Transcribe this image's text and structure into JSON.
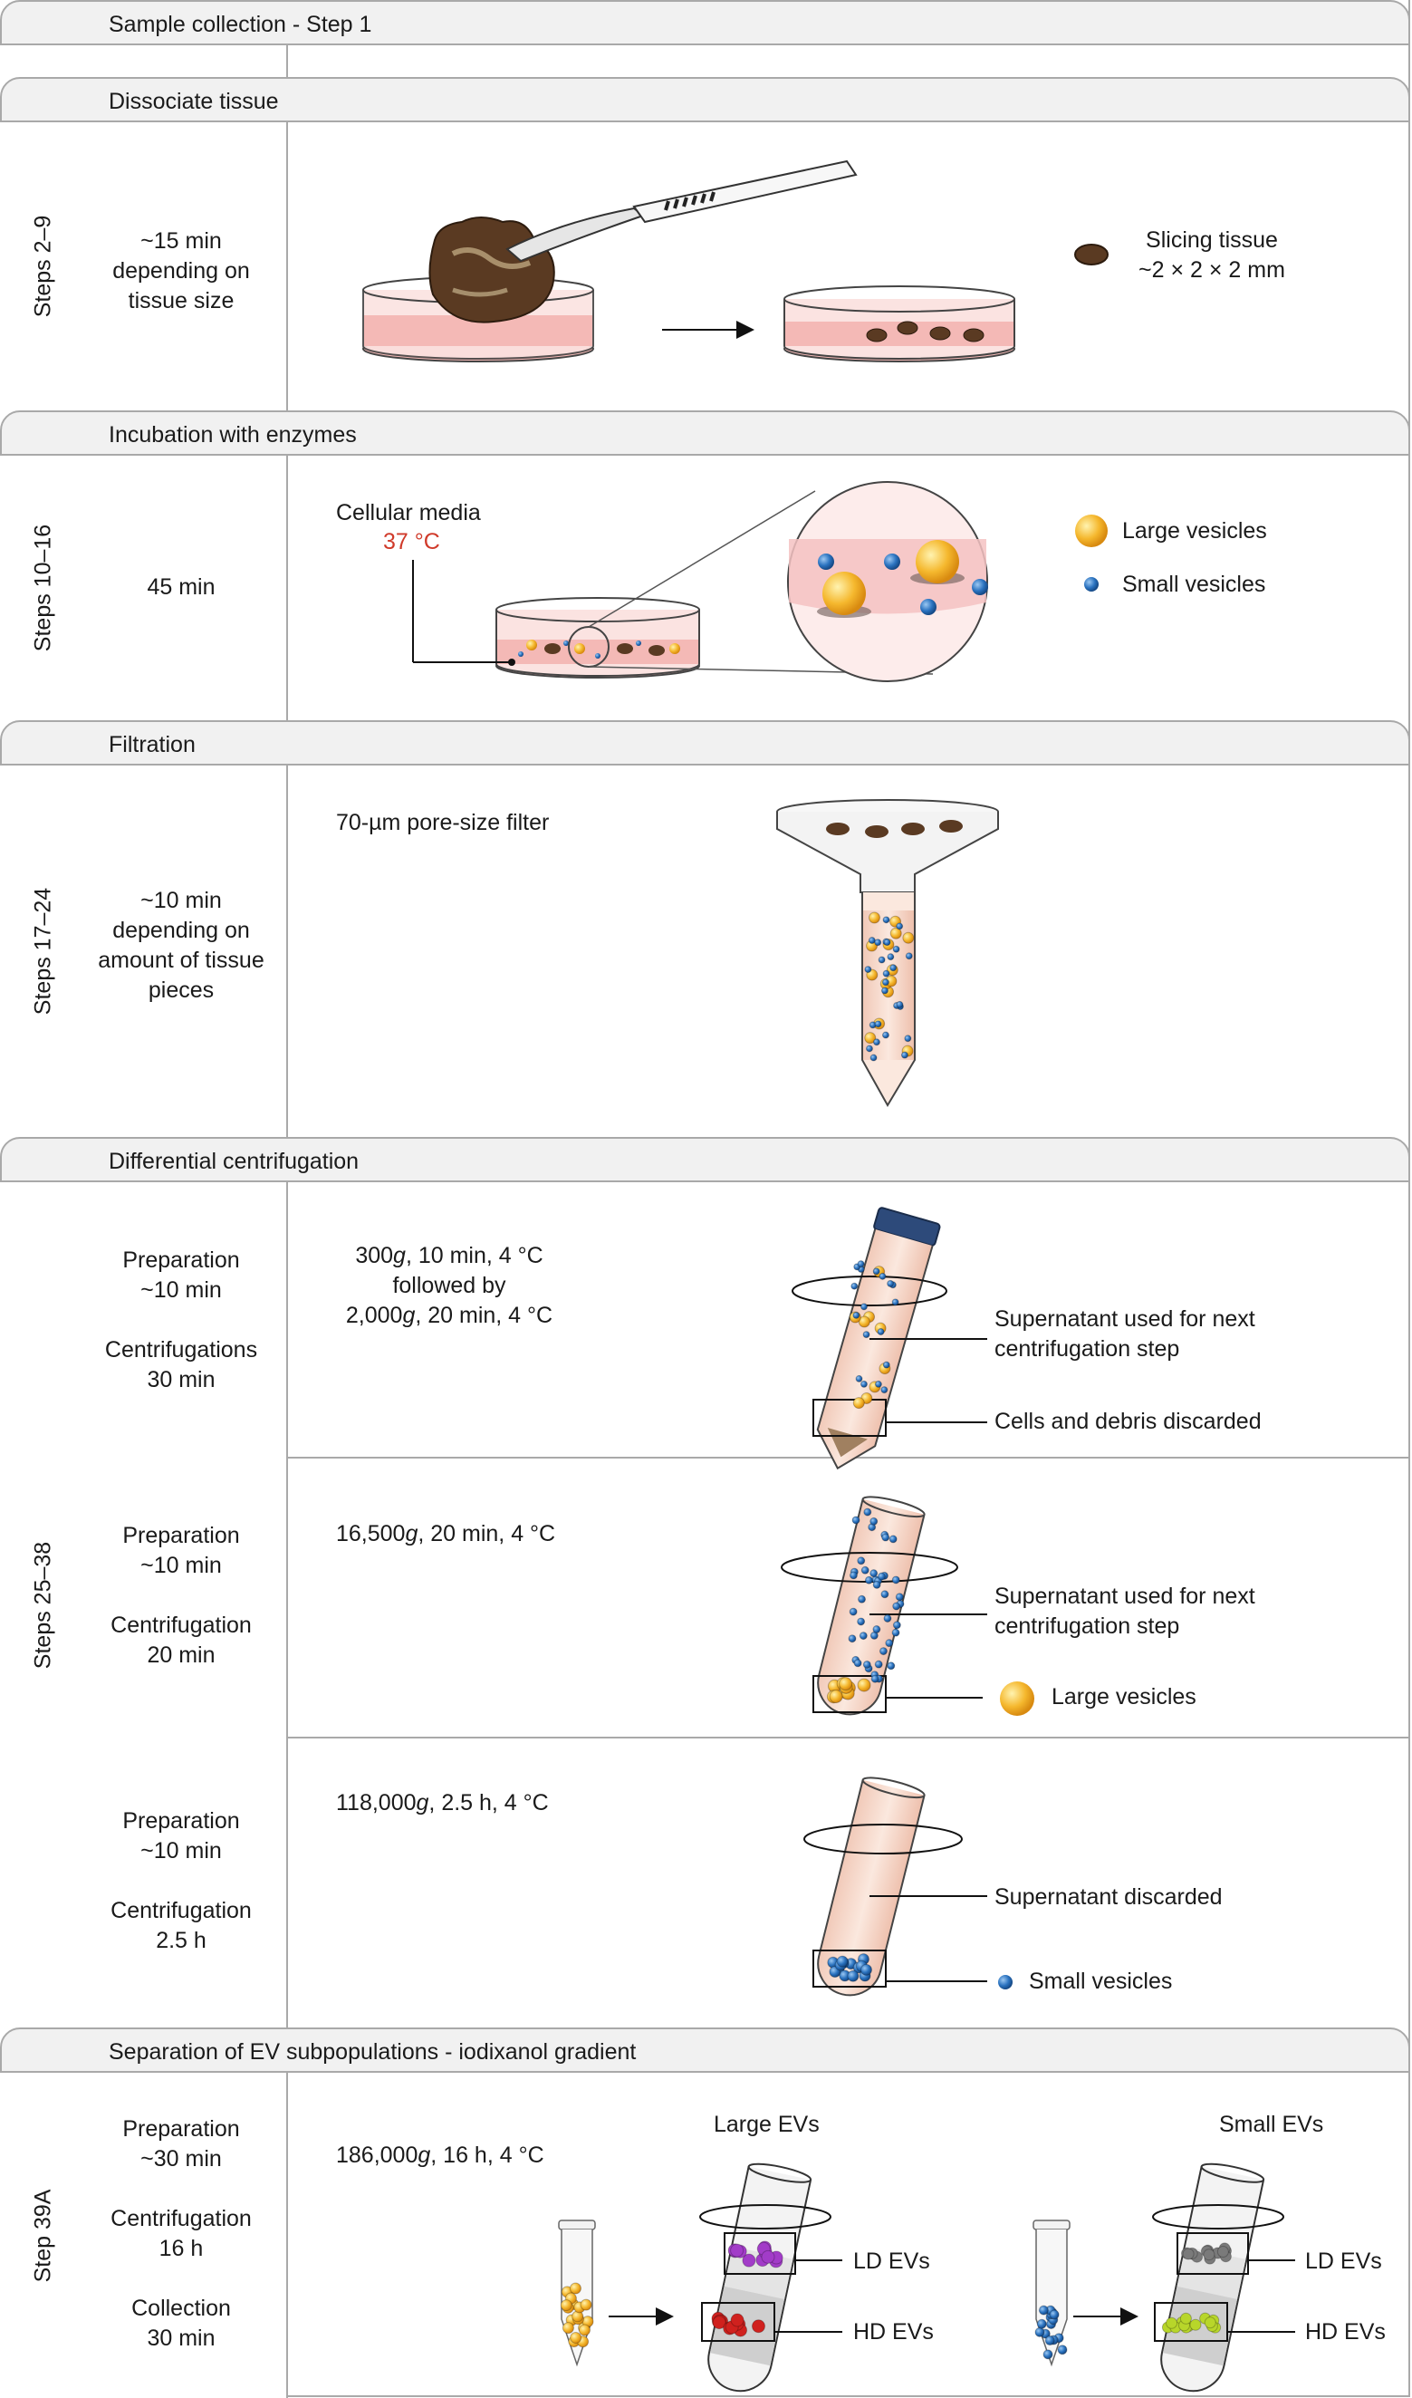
{
  "sections": {
    "sample_collection": "Sample collection - Step 1",
    "dissociate": "Dissociate tissue",
    "incubation": "Incubation with enzymes",
    "filtration": "Filtration",
    "centrifugation": "Differential centrifugation",
    "separation": "Separation of EV subpopulations - iodixanol gradient"
  },
  "steps": {
    "dissociate": "Steps 2–9",
    "incubation": "Steps 10–16",
    "filtration": "Steps 17–24",
    "centrifugation": "Steps 25–38",
    "separation": "Step 39A"
  },
  "times": {
    "dissociate": "~15 min\ndepending on\ntissue size",
    "incubation": "45 min",
    "filtration": "~10 min\ndepending on\namount of tissue\npieces",
    "cent1": "Preparation\n~10 min\n\nCentrifugations\n30 min",
    "cent2": "Preparation\n~10 min\n\nCentrifugation\n20 min",
    "cent3": "Preparation\n~10 min\n\nCentrifugation\n2.5 h",
    "separation": "Preparation\n~30 min\n\nCentrifugation\n16 h\n\nCollection\n30 min"
  },
  "labels": {
    "slicing": "Slicing tissue\n~2 × 2 × 2 mm",
    "cellular_media": "Cellular media",
    "temp": "37 °C",
    "large_vesicles": "Large vesicles",
    "small_vesicles": "Small vesicles",
    "filter": "70-µm pore-size filter",
    "cent1_g1": "300",
    "cent1_rest1": ", 10 min, 4 °C",
    "cent1_follow": "followed by",
    "cent1_g2": "2,000",
    "cent1_rest2": ", 20 min, 4 °C",
    "cent2_g": "16,500",
    "cent2_rest": ", 20 min, 4 °C",
    "cent3_g": "118,000",
    "cent3_rest": ", 2.5 h, 4 °C",
    "sep_g": "186,000",
    "sep_rest": ", 16 h, 4 °C",
    "g": "g",
    "supernatant_next": "Supernatant used for next\ncentrifugation step",
    "cells_debris": "Cells and debris discarded",
    "supernatant_discarded": "Supernatant discarded",
    "large_evs": "Large EVs",
    "small_evs": "Small EVs",
    "ld_evs": "LD EVs",
    "hd_evs": "HD EVs"
  },
  "colors": {
    "border": "#a9a9a9",
    "media": "#f4c2c2",
    "large": "#f5b82e",
    "small": "#2b73c0",
    "temp": "#d03a2a",
    "ld_large": "#a23cc8",
    "hd_large": "#d0211e",
    "ld_small": "#7a7a7a",
    "hd_small": "#b8d62a"
  }
}
